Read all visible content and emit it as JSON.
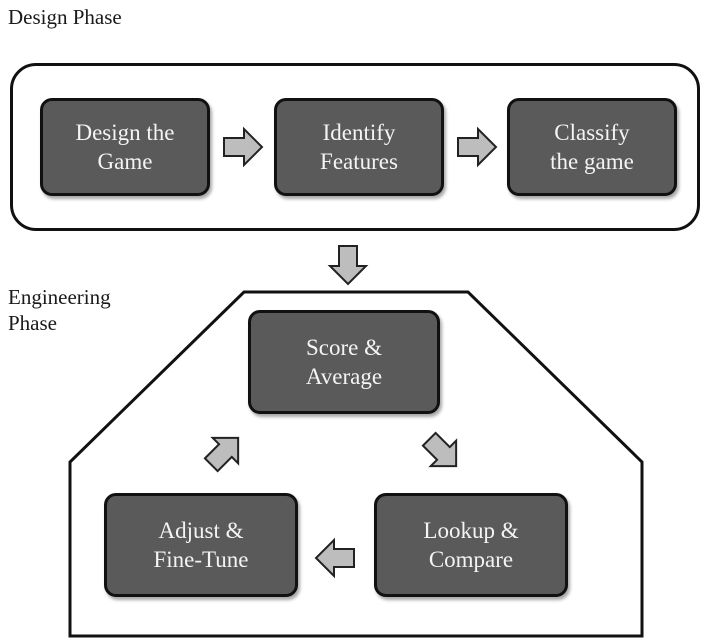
{
  "design_phase": {
    "label": "Design Phase",
    "steps": [
      "Design the\nGame",
      "Identify\nFeatures",
      "Classify\nthe game"
    ]
  },
  "engineering_phase": {
    "label": "Engineering\nPhase",
    "steps": {
      "score": "Score &\nAverage",
      "lookup": "Lookup &\nCompare",
      "adjust": "Adjust &\nFine-Tune"
    }
  },
  "colors": {
    "box_fill": "#5a5a5a",
    "arrow_fill": "#bdbdbd",
    "outline": "#111111"
  }
}
